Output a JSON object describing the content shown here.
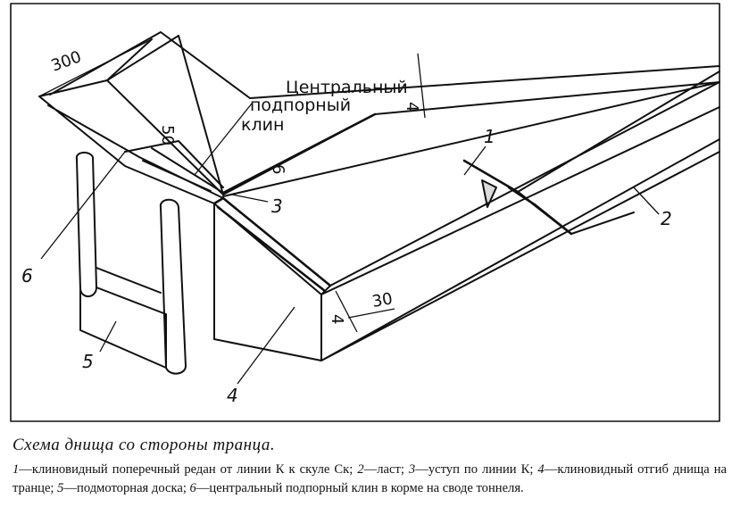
{
  "figure": {
    "dimensions": {
      "d300": "300",
      "d50": "50",
      "d6": "6",
      "d4_top": "4",
      "d4_bottom": "4",
      "d30": "30"
    },
    "callouts": {
      "c1": "1",
      "c2": "2",
      "c3": "3",
      "c4": "4",
      "c5": "5",
      "c6": "6"
    },
    "labels": {
      "central_line1": "Центральный",
      "central_line2": "подпорный",
      "central_line3": "клин"
    }
  },
  "caption": {
    "title": "Схема днища со стороны транца.",
    "legend": [
      {
        "num": "1",
        "text": "—клиновидный поперечный редан от линии К к скуле Ск; "
      },
      {
        "num": "2",
        "text": "—ласт; "
      },
      {
        "num": "3",
        "text": "—уступ по линии К;"
      },
      {
        "num": "4",
        "text": "—клиновидный отгиб днища на транце; "
      },
      {
        "num": "5",
        "text": "—подмоторная доска; "
      },
      {
        "num": "6",
        "text": "—центральный подпорный клин в корме на своде тоннеля."
      }
    ]
  }
}
